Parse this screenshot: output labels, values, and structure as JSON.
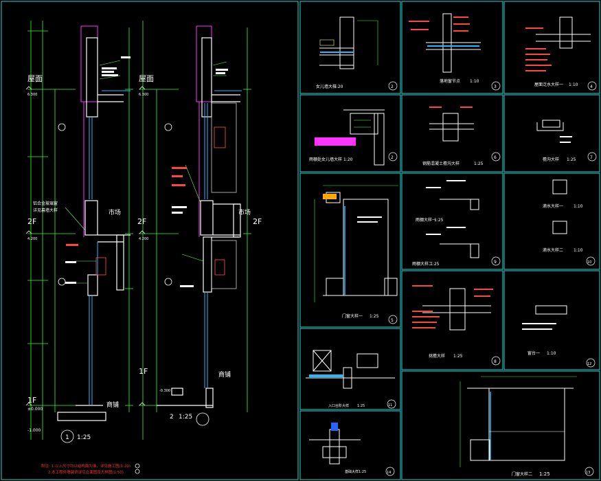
{
  "colors": {
    "background": "#000000",
    "frame": "#22d8d8",
    "wall": "#ffffff",
    "dim": "#33ff33",
    "glass": "#22bbff",
    "column": "#ff33ff",
    "text": "#ffffff",
    "note": "#ff3333"
  },
  "elevation": {
    "level_labels_left": {
      "roof": "屋面",
      "f2": "2F",
      "f1": "1F"
    },
    "level_labels_right": {
      "roof": "屋面",
      "f2": "2F",
      "f2b": "2F",
      "f1": "1F"
    },
    "room_labels": {
      "market_left": "市场",
      "shop_left": "商铺",
      "market_right": "市场",
      "shop_right": "商铺"
    },
    "elev_values": [
      "6.300",
      "4.200",
      "±0.000",
      "-0.300",
      "-1.000"
    ],
    "floor_marks": {
      "f1": "±0.000",
      "base": "-1.000"
    },
    "callouts": [
      "铝合金玻璃窗",
      "详见幕墙大样"
    ],
    "section1_scale": "1:25",
    "section2_scale": "1:25",
    "section1_num": "1",
    "section2_num": "2",
    "notes": [
      "附注: 1.以上尺寸均以结构面为准，详见施工图(1:20)",
      "2.本工程外墙装饰详见立面图及大样图(1:50)"
    ]
  },
  "details": [
    {
      "id": "d2a",
      "title": "女儿墙大样",
      "scale": "1:20",
      "num": "2"
    },
    {
      "id": "d3",
      "title": "落地窗节点",
      "scale": "1:10",
      "num": "3"
    },
    {
      "id": "d4",
      "title": "屋面泛水大样一",
      "scale": "1:10",
      "num": "4"
    },
    {
      "id": "d2b",
      "title": "雨棚处女儿墙大样",
      "scale": "1:20",
      "num": "2"
    },
    {
      "id": "d6",
      "title": "钢筋混凝土檐沟大样",
      "scale": "1:25",
      "num": "6"
    },
    {
      "id": "d7",
      "title": "檐沟大样",
      "scale": "1:25",
      "num": "7"
    },
    {
      "id": "d5",
      "title": "门窗大样一",
      "scale": "1:25",
      "num": "5"
    },
    {
      "id": "d9a",
      "title": "雨棚大样一",
      "scale": "1:25",
      "num": "9"
    },
    {
      "id": "d9b",
      "title": "雨棚大样二",
      "scale": "1:25",
      "num": ""
    },
    {
      "id": "d10a",
      "title": "滴水大样一",
      "scale": "1:10",
      "num": "10"
    },
    {
      "id": "d10b",
      "title": "滴水大样二",
      "scale": "1:10",
      "num": ""
    },
    {
      "id": "d11",
      "title": "入口台阶大样",
      "scale": "1:25",
      "num": "11"
    },
    {
      "id": "d8",
      "title": "挑檐大样",
      "scale": "1:25",
      "num": "8"
    },
    {
      "id": "d12",
      "title": "窗台一",
      "scale": "1:10",
      "num": "12"
    },
    {
      "id": "d13",
      "title": "门窗大样二",
      "scale": "1:25",
      "num": "13"
    },
    {
      "id": "d14",
      "title": "基础大样",
      "scale": "1:25",
      "num": "14"
    }
  ]
}
